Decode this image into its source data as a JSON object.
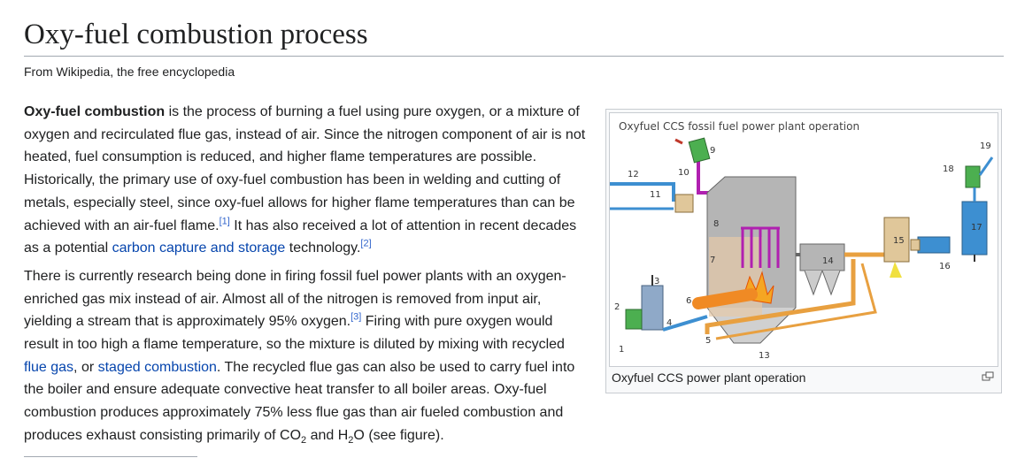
{
  "page": {
    "title": "Oxy-fuel combustion process",
    "tagline": "From Wikipedia, the free encyclopedia"
  },
  "article": {
    "p1": {
      "lead_bold": "Oxy-fuel combustion",
      "text_a": " is the process of burning a fuel using pure oxygen, or a mixture of oxygen and recirculated flue gas, instead of air. Since the nitrogen component of air is not heated, fuel consumption is reduced, and higher flame temperatures are possible. Historically, the primary use of oxy-fuel combustion has been in welding and cutting of metals, especially steel, since oxy-fuel allows for higher flame temperatures than can be achieved with an air-fuel flame.",
      "ref1": "[1]",
      "text_b": " It has also received a lot of attention in recent decades as a potential ",
      "link_ccs": "carbon capture and storage",
      "text_c": " technology.",
      "ref2": "[2]"
    },
    "p2": {
      "text_a": "There is currently research being done in firing fossil fuel power plants with an oxygen-enriched gas mix instead of air. Almost all of the nitrogen is removed from input air, yielding a stream that is approximately 95% oxygen.",
      "ref3": "[3]",
      "text_b": " Firing with pure oxygen would result in too high a flame temperature, so the mixture is diluted by mixing with recycled ",
      "link_flue": "flue gas",
      "text_c": ", or ",
      "link_staged": "staged combustion",
      "text_d": ". The recycled flue gas can also be used to carry fuel into the boiler and ensure adequate convective heat transfer to all boiler areas. Oxy-fuel combustion produces approximately 75% less flue gas than air fueled combustion and produces exhaust consisting primarily of CO",
      "sub_co2": "2",
      "text_e": " and H",
      "sub_h2o": "2",
      "text_f": "O (see figure)."
    }
  },
  "figure": {
    "diagram_title": "Oxyfuel CCS fossil fuel power plant operation",
    "caption": "Oxyfuel CCS power plant operation",
    "labels": [
      "1",
      "2",
      "3",
      "4",
      "5",
      "6",
      "7",
      "8",
      "9",
      "10",
      "11",
      "12",
      "13",
      "14",
      "15",
      "16",
      "17",
      "18",
      "19"
    ],
    "colors": {
      "green": "#4caf50",
      "blue": "#3d8fd1",
      "orange": "#e8a040",
      "magenta": "#b020b0",
      "gray": "#b5b5b5",
      "tan": "#e0c79a",
      "yellow": "#f0e040"
    },
    "magnify_icon": "magnify-clip-icon"
  }
}
